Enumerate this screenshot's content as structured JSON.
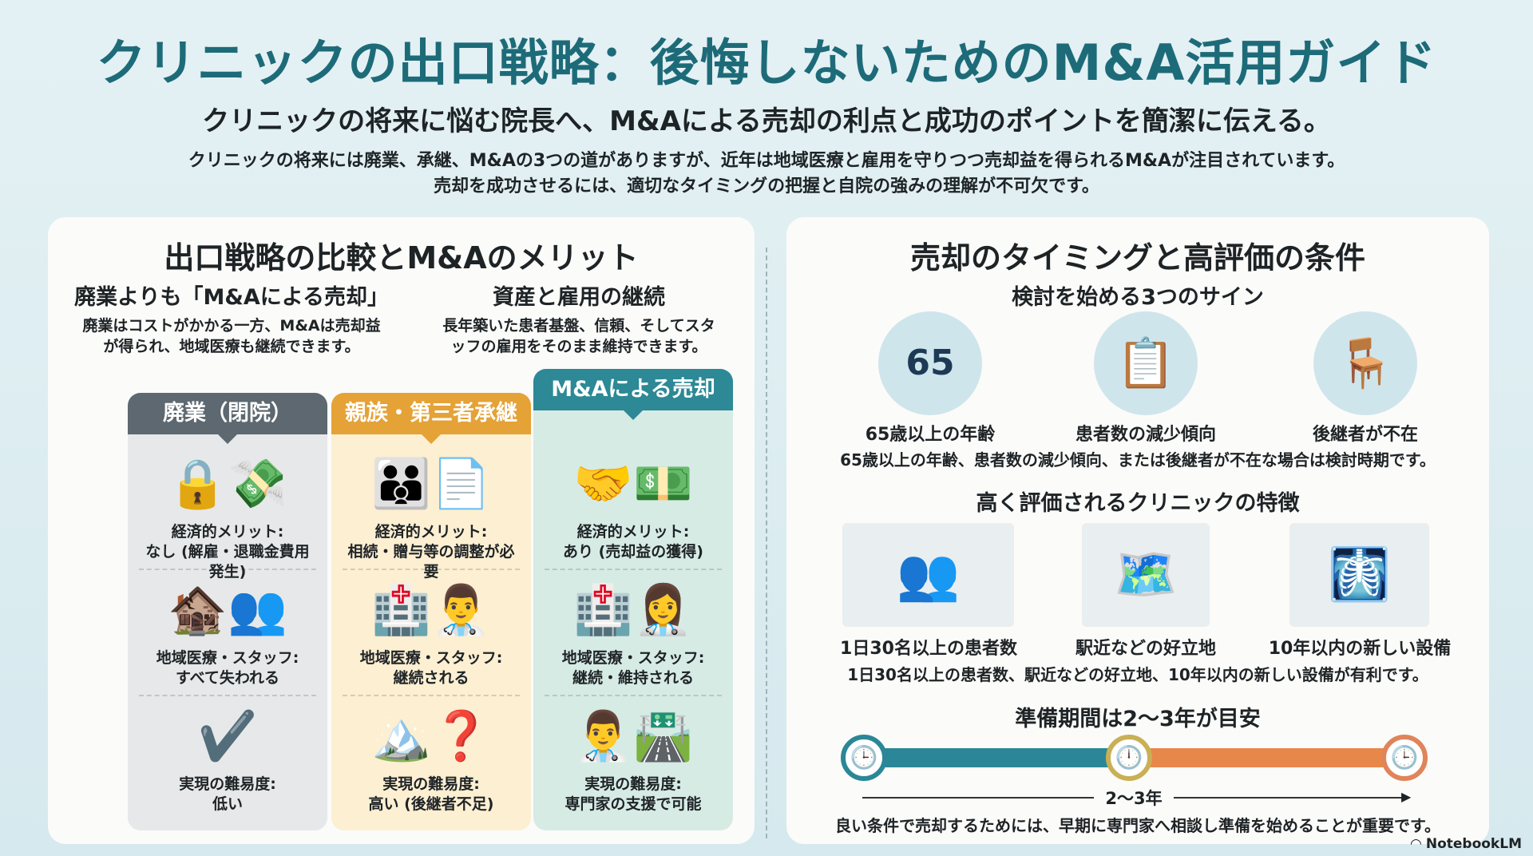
{
  "title": "クリニックの出口戦略：後悔しないためのM&A活用ガイド",
  "subtitle": "クリニックの将来に悩む院長へ、M&Aによる売却の利点と成功のポイントを簡潔に伝える。",
  "description": [
    "クリニックの将来には廃業、承継、M&Aの3つの道がありますが、近年は地域医療と雇用を守りつつ売却益を得られるM&Aが注目されています。",
    "売却を成功させるには、適切なタイミングの把握と自院の強みの理解が不可欠です。"
  ],
  "left": {
    "title": "出口戦略の比較とM&Aのメリット",
    "points": [
      {
        "heading": "廃業よりも「M&Aによる売却」",
        "text": [
          "廃業はコストがかかる一方、M&Aは売却益",
          "が得られ、地域医療も継続できます。"
        ]
      },
      {
        "heading": "資産と雇用の継続",
        "text": [
          "長年築いた患者基盤、信頼、そしてスタ",
          "ッフの雇用をそのまま維持できます。"
        ]
      }
    ],
    "columns": [
      {
        "header": "廃業（閉院）",
        "color": "#5d6870",
        "bg": "#e6e8ea",
        "rows": [
          [
            "経済的メリット:",
            "なし (解雇・退職金費用発生)"
          ],
          [
            "地域医療・スタッフ:",
            "すべて失われる"
          ],
          [
            "実現の難易度:",
            "低い"
          ]
        ],
        "icons": [
          "🔒💸",
          "🏚️👥",
          "✔️"
        ]
      },
      {
        "header": "親族・第三者承継",
        "color": "#e5a237",
        "bg": "#fcefd2",
        "rows": [
          [
            "経済的メリット:",
            "相続・贈与等の調整が必要"
          ],
          [
            "地域医療・スタッフ:",
            "継続される"
          ],
          [
            "実現の難易度:",
            "高い (後継者不足)"
          ]
        ],
        "icons": [
          "👪📄",
          "🏥👨‍⚕️",
          "🏔️❓"
        ]
      },
      {
        "header": "M&Aによる売却",
        "color": "#2c8995",
        "bg": "#d7ebe5",
        "rows": [
          [
            "経済的メリット:",
            "あり (売却益の獲得)"
          ],
          [
            "地域医療・スタッフ:",
            "継続・維持される"
          ],
          [
            "実現の難易度:",
            "専門家の支援で可能"
          ]
        ],
        "icons": [
          "🤝💵",
          "🏥👩‍⚕️",
          "👨‍⚕️🛣️"
        ]
      }
    ]
  },
  "right": {
    "title": "売却のタイミングと高評価の条件",
    "signs": {
      "heading": "検討を始める3つのサイン",
      "items": [
        {
          "icon": "calendar-65-icon",
          "glyph": "65",
          "label": "65歳以上の年齢"
        },
        {
          "icon": "patient-decline-icon",
          "glyph": "📋",
          "label": "患者数の減少傾向"
        },
        {
          "icon": "empty-chair-icon",
          "glyph": "🪑",
          "label": "後継者が不在"
        }
      ],
      "summary": "65歳以上の年齢、患者数の減少傾向、または後継者が不在な場合は検討時期です。"
    },
    "features": {
      "heading": "高く評価されるクリニックの特徴",
      "items": [
        {
          "glyph": "👥",
          "label": "1日30名以上の患者数"
        },
        {
          "glyph": "🗺️",
          "label": "駅近などの好立地"
        },
        {
          "glyph": "🩻",
          "label": "10年以内の新しい設備"
        }
      ],
      "summary": "1日30名以上の患者数、駅近などの好立地、10年以内の新しい設備が有利です。"
    },
    "timeline": {
      "heading": "準備期間は2〜3年が目安",
      "span": "2〜3年",
      "summary": "良い条件で売却するためには、早期に専門家へ相談し準備を始めることが重要です。",
      "colors": [
        "#2b8797",
        "#e8874a",
        "#c9b055"
      ]
    }
  },
  "watermark": "NotebookLM"
}
